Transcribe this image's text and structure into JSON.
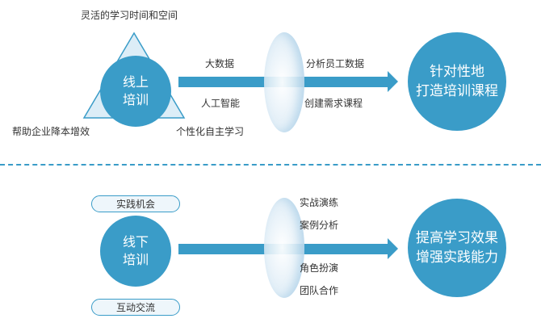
{
  "online": {
    "circle_line1": "线上",
    "circle_line2": "培训",
    "top_label": "灵活的学习时间和空间",
    "left_label": "帮助企业降本增效",
    "right_label": "个性化自主学习",
    "inputs": [
      "大数据",
      "人工智能"
    ],
    "outputs": [
      "分析员工数据",
      "创建需求课程"
    ],
    "result_line1": "针对性地",
    "result_line2": "打造培训课程"
  },
  "offline": {
    "circle_line1": "线下",
    "circle_line2": "培训",
    "pill_top": "实践机会",
    "pill_bottom": "互动交流",
    "methods": [
      "实战演练",
      "案例分析",
      "角色扮演",
      "团队合作"
    ],
    "result_line1": "提高学习效果",
    "result_line2": "增强实践能力"
  },
  "colors": {
    "accent": "#3a9cc8",
    "triangle_fill": "#dcedf7",
    "lens": "#d6e8f4"
  }
}
